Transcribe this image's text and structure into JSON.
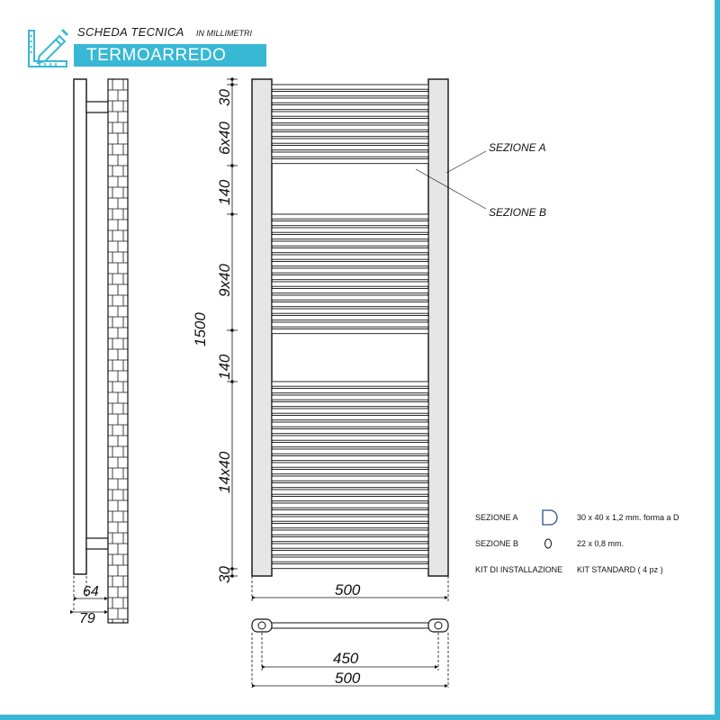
{
  "header": {
    "title": "SCHEDA TECNICA",
    "subtitle": "IN MILLIMETRI",
    "banner": "TERMOARREDO",
    "brand_color": "#38b8d4",
    "logo_icon": "ruler-pencil-icon"
  },
  "side_view": {
    "dim_depth_inner": "64",
    "dim_depth_outer": "79"
  },
  "front_view": {
    "dim_total_height": "1500",
    "dim_top": "30",
    "dim_group1": "6x40",
    "dim_gap1": "140",
    "dim_group2": "9x40",
    "dim_gap2": "140",
    "dim_group3": "14x40",
    "dim_bottom": "30",
    "dim_width": "500",
    "label_section_a": "SEZIONE A",
    "label_section_b": "SEZIONE B"
  },
  "top_view": {
    "dim_centers": "450",
    "dim_width": "500"
  },
  "specs": [
    {
      "label": "SEZIONE A",
      "value": "30 x 40 x 1,2 mm. forma a D",
      "icon": "d-shape-icon"
    },
    {
      "label": "SEZIONE B",
      "value": "22 x 0,8 mm.",
      "icon": "oval-icon"
    },
    {
      "label": "KIT DI INSTALLAZIONE",
      "value": "KIT STANDARD ( 4 pz )",
      "icon": ""
    }
  ]
}
